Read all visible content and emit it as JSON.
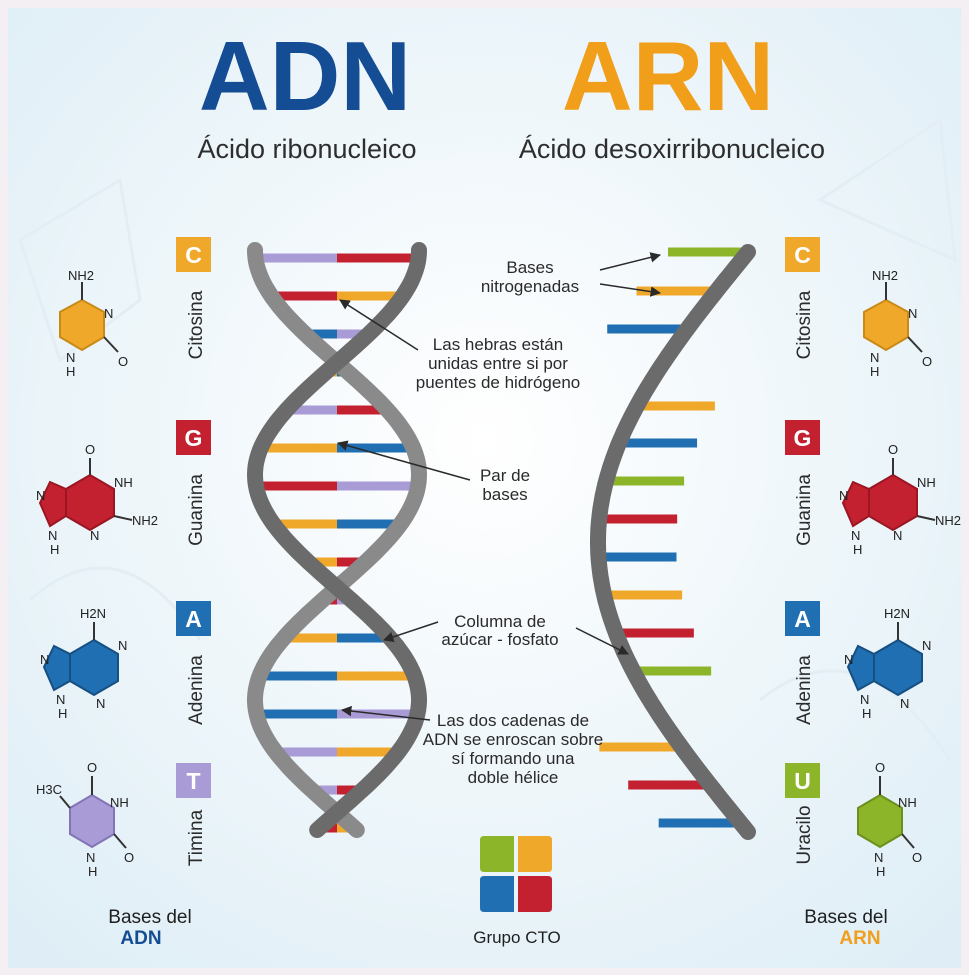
{
  "header": {
    "dna_title": "ADN",
    "dna_subtitle": "Ácido ribonucleico",
    "rna_title": "ARN",
    "rna_subtitle": "Ácido desoxirribonucleico"
  },
  "colors": {
    "dna_blue": "#154d94",
    "rna_orange": "#f19e1b",
    "cytosine": "#f0a82a",
    "guanine": "#c42130",
    "adenine": "#1f6fb2",
    "thymine": "#a99bd6",
    "uracil": "#8cb52a",
    "backbone": "#6b6b6b"
  },
  "dna_bases": [
    {
      "letter": "C",
      "name": "Citosina",
      "color": "#f0a82a",
      "atoms": [
        "NH2",
        "N",
        "N",
        "H",
        "O"
      ]
    },
    {
      "letter": "G",
      "name": "Guanina",
      "color": "#c42130",
      "atoms": [
        "O",
        "NH",
        "N",
        "N",
        "N",
        "H",
        "NH2"
      ]
    },
    {
      "letter": "A",
      "name": "Adenina",
      "color": "#1f6fb2",
      "atoms": [
        "H2N",
        "N",
        "N",
        "N",
        "N",
        "H"
      ]
    },
    {
      "letter": "T",
      "name": "Timina",
      "color": "#a99bd6",
      "atoms": [
        "H3C",
        "O",
        "NH",
        "N",
        "H",
        "O"
      ]
    }
  ],
  "rna_bases": [
    {
      "letter": "C",
      "name": "Citosina",
      "color": "#f0a82a",
      "atoms": [
        "NH2",
        "N",
        "N",
        "H",
        "O"
      ]
    },
    {
      "letter": "G",
      "name": "Guanina",
      "color": "#c42130",
      "atoms": [
        "O",
        "NH",
        "N",
        "N",
        "N",
        "H",
        "NH2"
      ]
    },
    {
      "letter": "A",
      "name": "Adenina",
      "color": "#1f6fb2",
      "atoms": [
        "H2N",
        "N",
        "N",
        "N",
        "N",
        "H"
      ]
    },
    {
      "letter": "U",
      "name": "Uracilo",
      "color": "#8cb52a",
      "atoms": [
        "O",
        "NH",
        "N",
        "H",
        "O"
      ]
    }
  ],
  "annotations": {
    "bases_nitrogenadas": [
      "Bases",
      "nitrogenadas"
    ],
    "hebras": [
      "Las hebras están",
      "unidas entre si por",
      "puentes de hidrógeno"
    ],
    "par_bases": [
      "Par de",
      "bases"
    ],
    "columna": [
      "Columna de",
      "azúcar - fosfato"
    ],
    "cadenas": [
      "Las dos cadenas de",
      "ADN se enroscan sobre",
      "sí formando una",
      "doble hélice"
    ]
  },
  "footer": {
    "dna_label": "Bases del",
    "dna_name": "ADN",
    "rna_label": "Bases del",
    "rna_name": "ARN",
    "logo_text": "Grupo CTO"
  }
}
